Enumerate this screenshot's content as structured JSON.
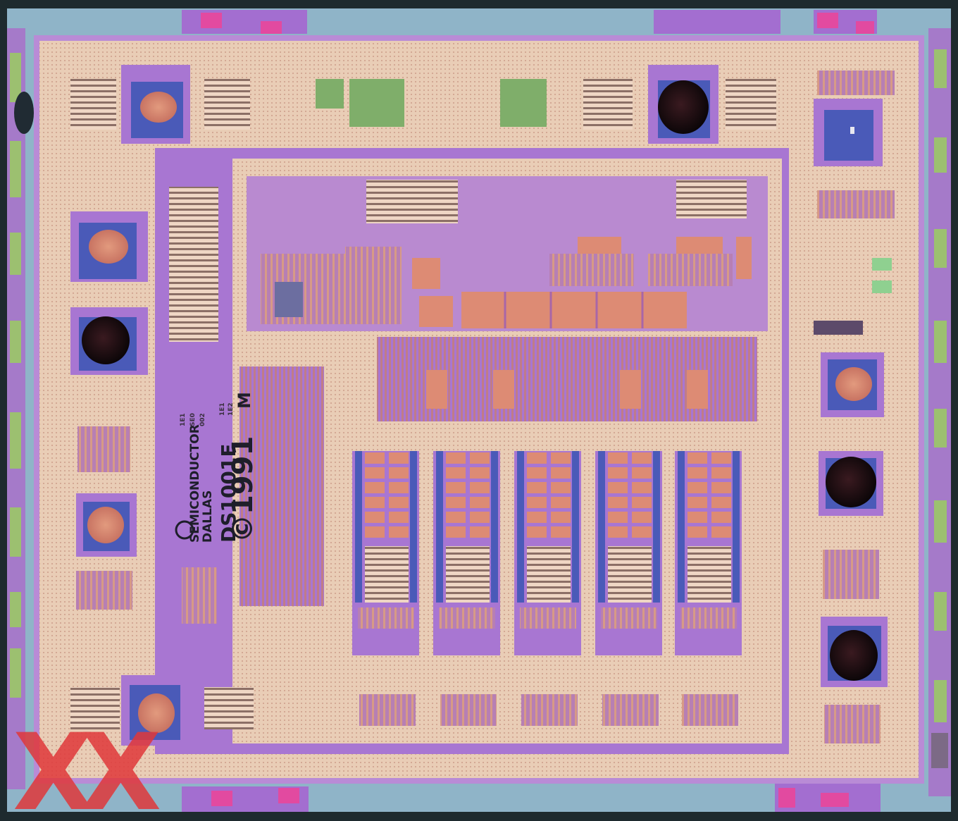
{
  "die_markings": {
    "company_line1": "DALLAS",
    "company_line2": "SEMICONDUCTOR",
    "part_number": "DS1001E",
    "copyright": "©1991",
    "mask_mark": "M",
    "rev_codes": [
      "1E1",
      "SE0",
      "002",
      "1E1",
      "1E2"
    ]
  },
  "watermark": {
    "text": "XX",
    "color": "#e0383a"
  },
  "colors": {
    "substrate": "#1e2a2e",
    "seal_ring": "#8fb4c8",
    "metal_beige": "#e9cdb6",
    "poly_violet": "#a876d2",
    "pad_blue": "#4a5ab8",
    "pad_copper": "#d98a6e",
    "pad_black": "#160d12",
    "bond_green": "#7fae6a",
    "resistor_salmon": "#dd8b74"
  }
}
